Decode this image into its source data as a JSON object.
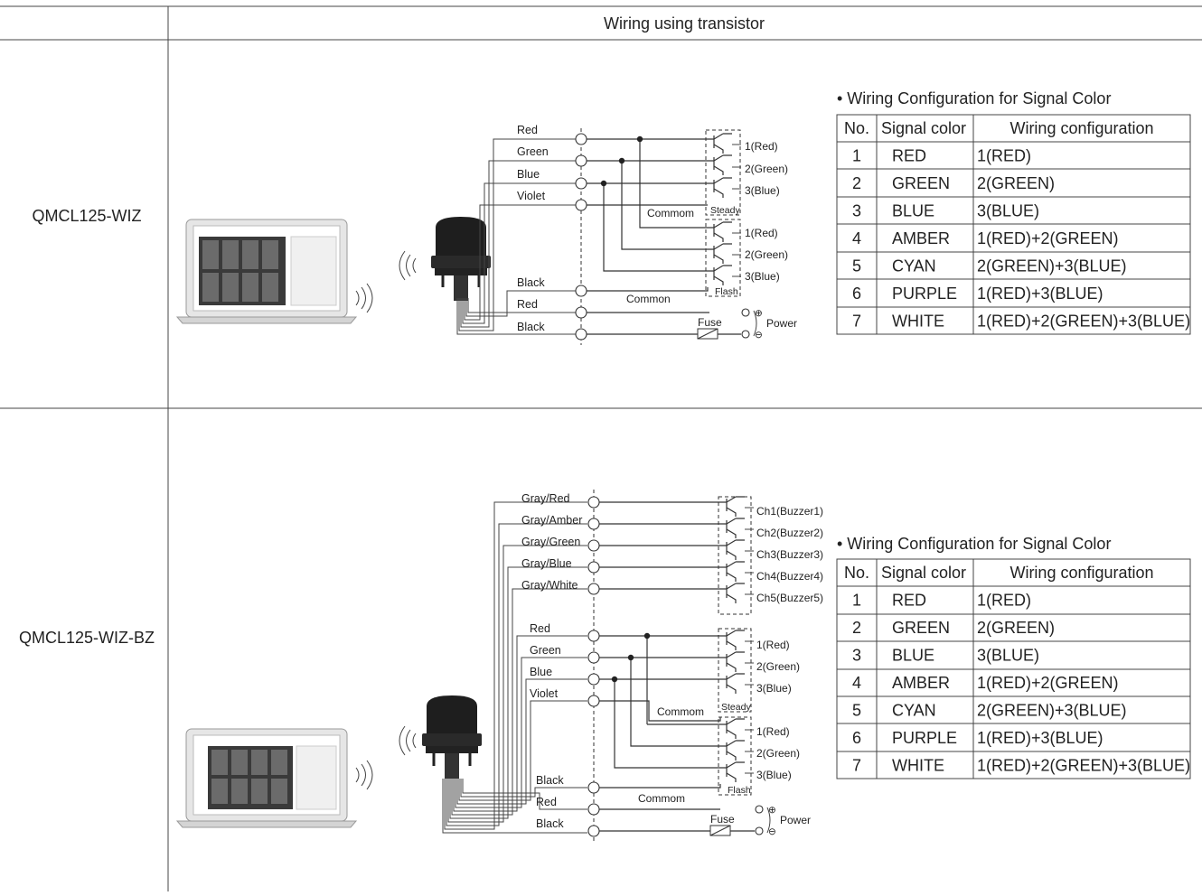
{
  "header": {
    "title": "Wiring using transistor"
  },
  "rows": [
    {
      "model": "QMCL125-WIZ",
      "wires": [
        "Red",
        "Green",
        "Blue",
        "Violet",
        "Black",
        "Red",
        "Black"
      ],
      "outputs": [
        "1(Red)",
        "2(Green)",
        "3(Blue)",
        "1(Red)",
        "2(Green)",
        "3(Blue)"
      ],
      "steady_label": "Steady",
      "flash_label": "Flash",
      "commom_label": "Commom",
      "common_label": "Common",
      "fuse_label": "Fuse",
      "power_label": "Power",
      "table": {
        "title": "• Wiring Configuration for Signal Color",
        "headers": [
          "No.",
          "Signal color",
          "Wiring configuration"
        ],
        "rows": [
          [
            "1",
            "RED",
            "1(RED)"
          ],
          [
            "2",
            "GREEN",
            "2(GREEN)"
          ],
          [
            "3",
            "BLUE",
            "3(BLUE)"
          ],
          [
            "4",
            "AMBER",
            "1(RED)+2(GREEN)"
          ],
          [
            "5",
            "CYAN",
            "2(GREEN)+3(BLUE)"
          ],
          [
            "6",
            "PURPLE",
            "1(RED)+3(BLUE)"
          ],
          [
            "7",
            "WHITE",
            "1(RED)+2(GREEN)+3(BLUE)"
          ]
        ]
      }
    },
    {
      "model": "QMCL125-WIZ-BZ",
      "buzzer_wires": [
        "Gray/Red",
        "Gray/Amber",
        "Gray/Green",
        "Gray/Blue",
        "Gray/White"
      ],
      "buzzer_outputs": [
        "Ch1(Buzzer1)",
        "Ch2(Buzzer2)",
        "Ch3(Buzzer3)",
        "Ch4(Buzzer4)",
        "Ch5(Buzzer5)"
      ],
      "wires": [
        "Red",
        "Green",
        "Blue",
        "Violet",
        "Black",
        "Red",
        "Black"
      ],
      "outputs": [
        "1(Red)",
        "2(Green)",
        "3(Blue)",
        "1(Red)",
        "2(Green)",
        "3(Blue)"
      ],
      "steady_label": "Steady",
      "flash_label": "Flash",
      "commom_label": "Commom",
      "commom2_label": "Commom",
      "fuse_label": "Fuse",
      "power_label": "Power",
      "table": {
        "title": "• Wiring Configuration for Signal Color",
        "headers": [
          "No.",
          "Signal color",
          "Wiring configuration"
        ],
        "rows": [
          [
            "1",
            "RED",
            "1(RED)"
          ],
          [
            "2",
            "GREEN",
            "2(GREEN)"
          ],
          [
            "3",
            "BLUE",
            "3(BLUE)"
          ],
          [
            "4",
            "AMBER",
            "1(RED)+2(GREEN)"
          ],
          [
            "5",
            "CYAN",
            "2(GREEN)+3(BLUE)"
          ],
          [
            "6",
            "PURPLE",
            "1(RED)+3(BLUE)"
          ],
          [
            "7",
            "WHITE",
            "1(RED)+2(GREEN)+3(BLUE)"
          ]
        ]
      }
    }
  ]
}
